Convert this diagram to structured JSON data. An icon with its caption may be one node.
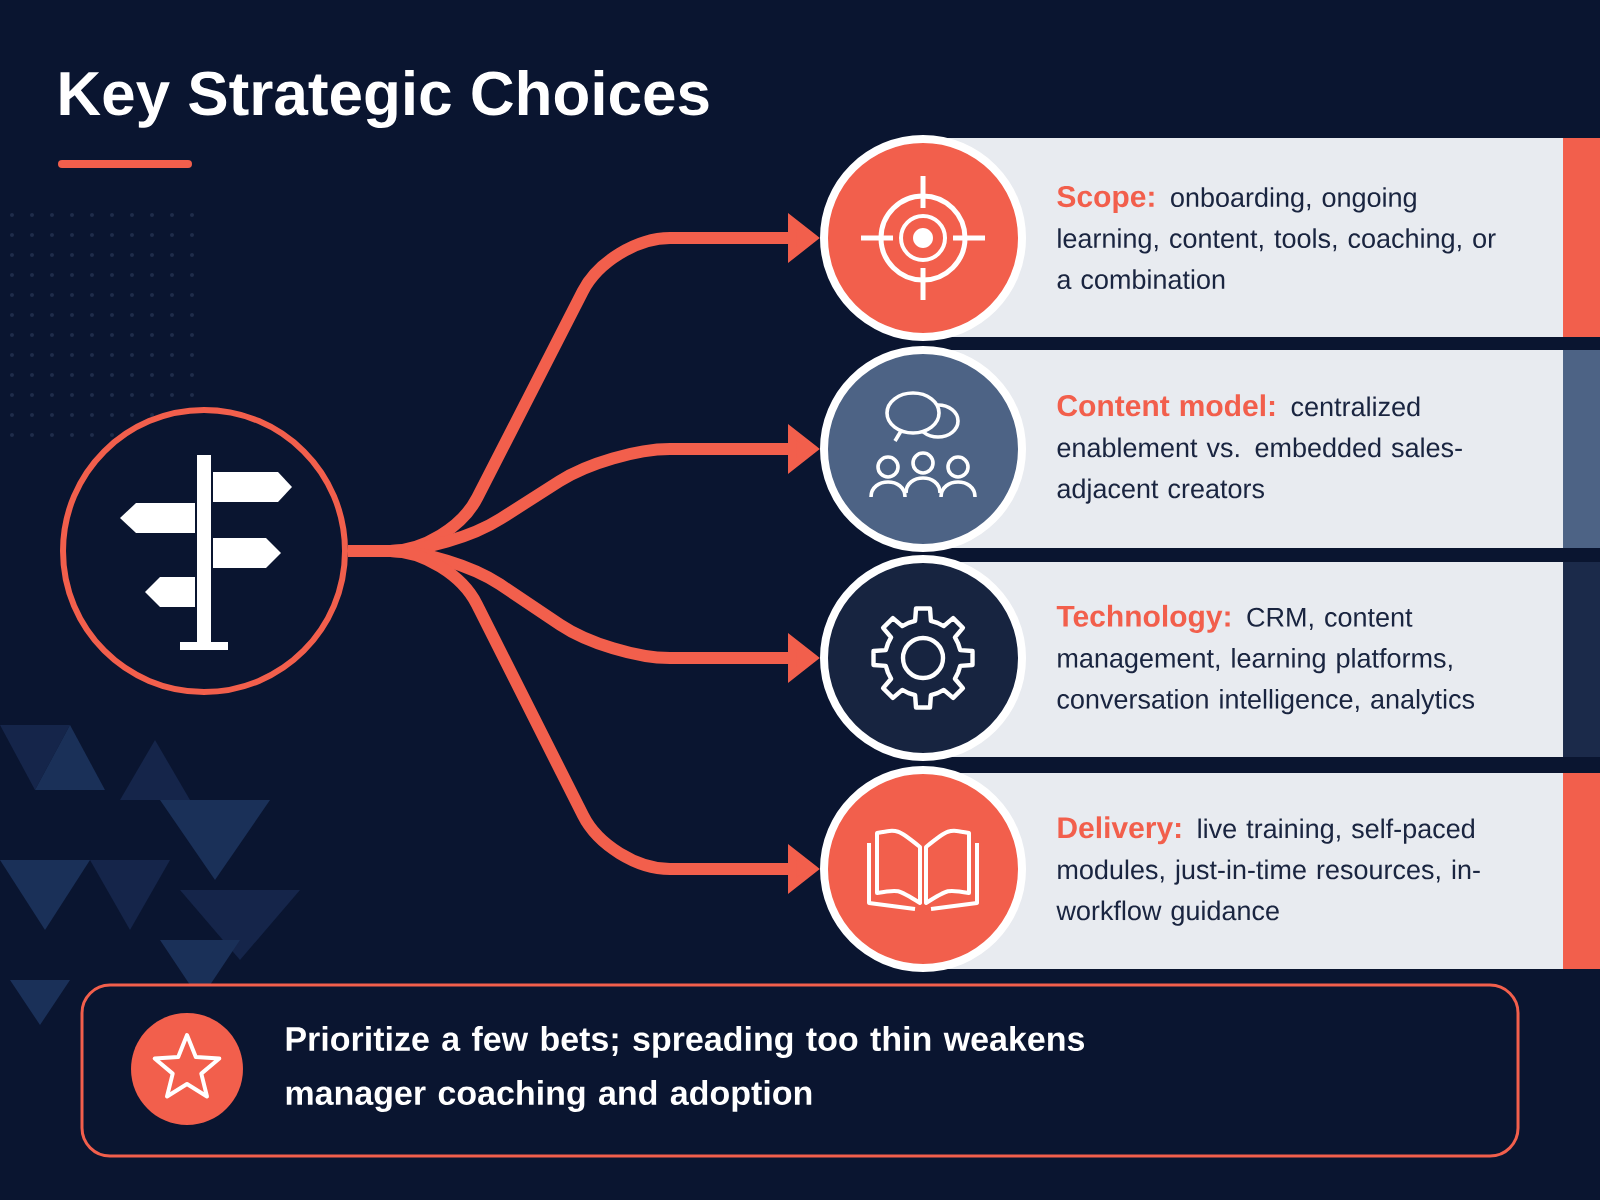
{
  "diagram": {
    "title": "Key Strategic Choices",
    "nodes": [
      {
        "text": [],
        "shape": "circle"
      },
      {
        "text": [],
        "shape": "circle"
      },
      {
        "text": [
          "Scope:",
          "onboarding, ongoing learning, content, tools, coaching, or a combination"
        ]
      },
      {
        "text": [],
        "shape": "circle"
      },
      {
        "text": [
          "Content model:",
          "centralized enablement vs. embedded sales-adjacent creators"
        ]
      },
      {
        "text": [],
        "shape": "circle"
      },
      {
        "text": [
          "Technology:",
          "CRM, content management, learning platforms, conversation intelligence, analytics"
        ]
      },
      {
        "text": [],
        "shape": "circle"
      },
      {
        "text": [
          "Delivery:",
          "live training, self-paced modules, just-in-time resources, in-workflow guidance"
        ]
      },
      {
        "text": [
          "Prioritize a few bets; spreading too thin weakens manager coaching and adoption"
        ]
      }
    ],
    "edges": [
      {
        "from": 0,
        "to": 1,
        "arrow": "to"
      },
      {
        "from": 0,
        "to": 3,
        "arrow": "to"
      },
      {
        "from": 0,
        "to": 5,
        "arrow": "to"
      },
      {
        "from": 0,
        "to": 7,
        "arrow": "to"
      }
    ]
  }
}
